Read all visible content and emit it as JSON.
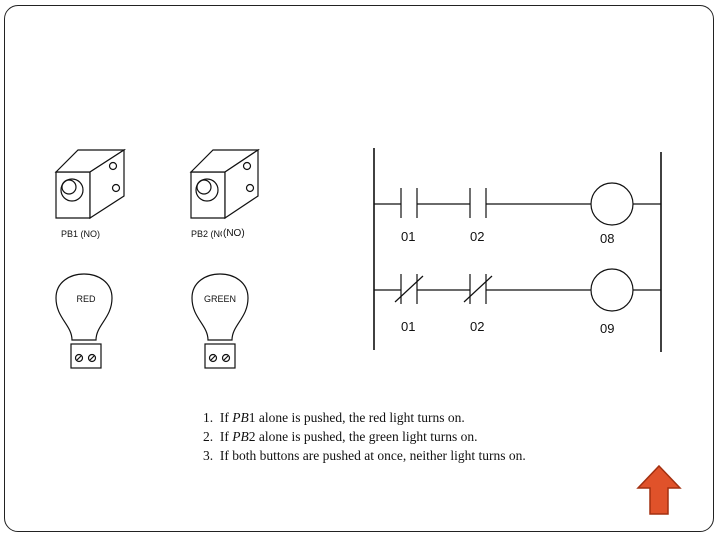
{
  "devices": {
    "pb1_label": "PB1 (NO)",
    "pb2_label": "PB2 (NO)",
    "pb2_overlay": "(NO)",
    "lamp_red": "RED",
    "lamp_green": "GREEN"
  },
  "ladder": {
    "rung1": {
      "contact1": "01",
      "contact2": "02",
      "coil": "08"
    },
    "rung2": {
      "contact1": "01",
      "contact2": "02",
      "coil": "09"
    }
  },
  "notes": [
    {
      "num": "1.",
      "pre": "If ",
      "em": "PB",
      "tag": "1",
      "post": " alone is pushed, the red light turns on."
    },
    {
      "num": "2.",
      "pre": "If ",
      "em": "PB",
      "tag": "2",
      "post": " alone is pushed, the green light turns on."
    },
    {
      "num": "3.",
      "pre": "If both buttons are pushed at once, neither light turns on.",
      "em": "",
      "tag": "",
      "post": ""
    }
  ],
  "colors": {
    "arrow_fill": "#e0522a",
    "arrow_stroke": "#a33010"
  },
  "icons": {
    "nav": "up-arrow-icon"
  }
}
